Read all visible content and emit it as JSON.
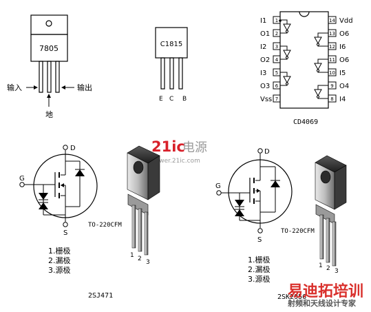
{
  "reg7805": {
    "part": "7805",
    "input_label": "输入",
    "output_label": "输出",
    "ground_label": "地"
  },
  "c1815": {
    "part": "C1815",
    "pins": [
      "E",
      "C",
      "B"
    ]
  },
  "cd4069": {
    "part": "CD4069",
    "left_labels": [
      "I1",
      "O1",
      "I2",
      "O2",
      "I3",
      "O3",
      "Vss"
    ],
    "right_labels": [
      "Vdd",
      "O6",
      "I6",
      "O6",
      "I5",
      "O4",
      "I4"
    ],
    "left_pins": [
      "1",
      "2",
      "3",
      "4",
      "5",
      "6",
      "7"
    ],
    "right_pins": [
      "14",
      "13",
      "12",
      "11",
      "10",
      "9",
      "8"
    ]
  },
  "watermark": {
    "brand": "21ic",
    "brand_cn": "电源",
    "url": "power.21ic.com",
    "footer_big": "易迪拓培训",
    "footer_small": "射频和天线设计专家"
  },
  "mosfet_left": {
    "gate": "G",
    "drain": "D",
    "source": "S",
    "package": "TO-220CFM",
    "pin_numbers": [
      "1",
      "2",
      "3"
    ],
    "legend": [
      "1.栅极",
      "2.漏极",
      "3.源极"
    ],
    "part": "2SJ471"
  },
  "mosfet_right": {
    "gate": "G",
    "drain": "D",
    "source": "S",
    "package": "TO-220CFM",
    "pin_numbers": [
      "1",
      "2",
      "3"
    ],
    "legend": [
      "1.栅极",
      "2.漏极",
      "3.源极"
    ],
    "part": "2SK2956"
  },
  "colors": {
    "brand_red": "#d8202a",
    "brand_gray": "#9a9a9a",
    "footer_red": "#d9302c",
    "package_dark": "#2a2a2a",
    "package_mid": "#7a7a7a",
    "package_light": "#c8c8c8"
  }
}
